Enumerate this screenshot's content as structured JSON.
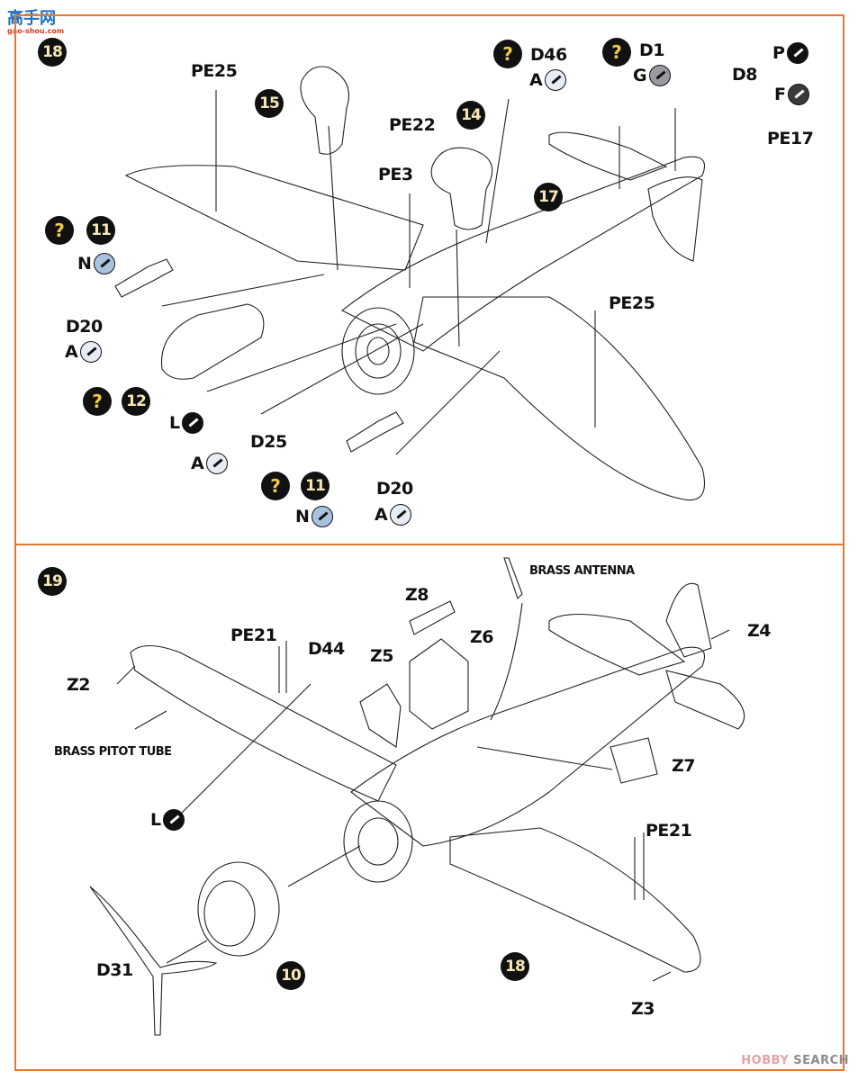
{
  "site_logo": {
    "text": "高手网",
    "sub": "gao-shou.com"
  },
  "watermark": {
    "brand": "HOBBY",
    "suffix": " SEARCH"
  },
  "colors": {
    "border": "#e8762d",
    "step_bg": "#111111",
    "step_text": "#f6e7b5",
    "question_mark": "#f0c94a"
  },
  "paints": {
    "A": {
      "letter": "A",
      "color": "#e6ecf3"
    },
    "N": {
      "letter": "N",
      "color": "#a9c2de"
    },
    "G": {
      "letter": "G",
      "color": "#9a9aa0"
    },
    "L": {
      "letter": "L",
      "color": "#111111"
    },
    "P": {
      "letter": "P",
      "color": "#111111"
    },
    "F": {
      "letter": "F",
      "color": "#3a3a3a"
    }
  },
  "step18": {
    "number": "18",
    "refs": [
      "15",
      "14",
      "17",
      "11",
      "12",
      "11"
    ],
    "question": "?",
    "labels": {
      "pe25_top": "PE25",
      "pe22": "PE22",
      "pe3": "PE3",
      "d46": "D46",
      "d1": "D1",
      "d8": "D8",
      "pe17": "PE17",
      "pe25_right": "PE25",
      "d20_left": "D20",
      "d25": "D25",
      "d20_bottom": "D20"
    }
  },
  "step19": {
    "number": "19",
    "refs": [
      "10",
      "18"
    ],
    "labels": {
      "pe21_top": "PE21",
      "d44": "D44",
      "z5": "Z5",
      "z8": "Z8",
      "z6": "Z6",
      "z2": "Z2",
      "z4": "Z4",
      "z7": "Z7",
      "pe21_right": "PE21",
      "d31": "D31",
      "z3": "Z3",
      "brass_pitot": "BRASS PITOT TUBE",
      "brass_antenna": "BRASS ANTENNA"
    }
  }
}
